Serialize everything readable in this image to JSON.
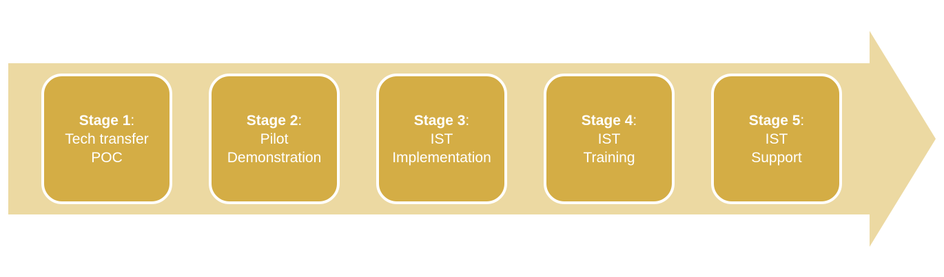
{
  "diagram": {
    "type": "process-flow-arrow",
    "direction": "right",
    "colors": {
      "arrow_body": "#ECD9A2",
      "stage_box_fill": "#D4AD45",
      "stage_box_border": "#FFFFFF",
      "stage_text": "#FFFFFF",
      "background": "#FFFFFF"
    },
    "stages": [
      {
        "title": "Stage 1",
        "colon": ":",
        "lines": {
          "0": "Tech transfer",
          "1": "POC"
        }
      },
      {
        "title": "Stage 2",
        "colon": ":",
        "lines": {
          "0": "Pilot",
          "1": "Demonstration"
        }
      },
      {
        "title": "Stage 3",
        "colon": ":",
        "lines": {
          "0": "IST",
          "1": "Implementation"
        }
      },
      {
        "title": "Stage 4",
        "colon": ":",
        "lines": {
          "0": "IST",
          "1": "Training"
        }
      },
      {
        "title": "Stage 5",
        "colon": ":",
        "lines": {
          "0": "IST",
          "1": "Support"
        }
      }
    ]
  }
}
